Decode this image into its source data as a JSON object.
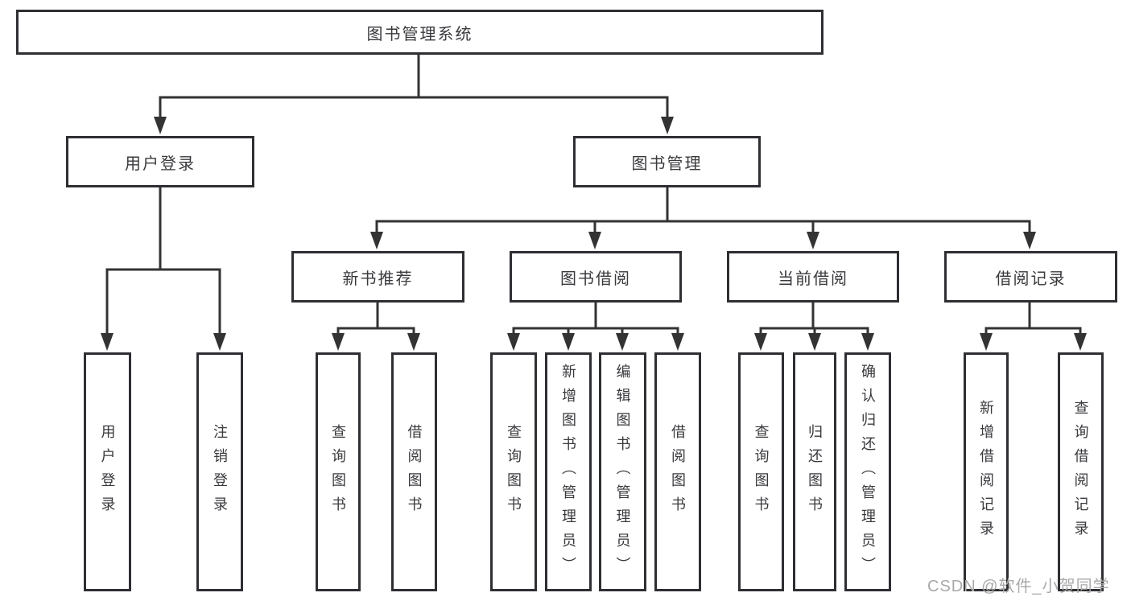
{
  "title_box": "图书管理系统",
  "nodes": {
    "user_login": {
      "label": "用户登录",
      "children": [
        "用户登录",
        "注销登录"
      ]
    },
    "book_mgmt": {
      "label": "图书管理"
    },
    "new_books": {
      "label": "新书推荐",
      "children": [
        "查询图书",
        "借阅图书"
      ]
    },
    "borrowing": {
      "label": "图书借阅",
      "children": [
        "查询图书",
        "新增图书（管理员）",
        "编辑图书（管理员）",
        "借阅图书"
      ]
    },
    "current_borrow": {
      "label": "当前借阅",
      "children": [
        "查询图书",
        "归还图书",
        "确认归还（管理员）"
      ]
    },
    "borrow_records": {
      "label": "借阅记录",
      "children": [
        "新增借阅记录",
        "查询借阅记录"
      ]
    }
  },
  "watermark": "CSDN @软件_小贺同学",
  "colors": {
    "line": "#333333",
    "box_border": "#2f2f33",
    "text": "#3a3a3e",
    "watermark": "#a9a9a9",
    "background": "#ffffff"
  }
}
